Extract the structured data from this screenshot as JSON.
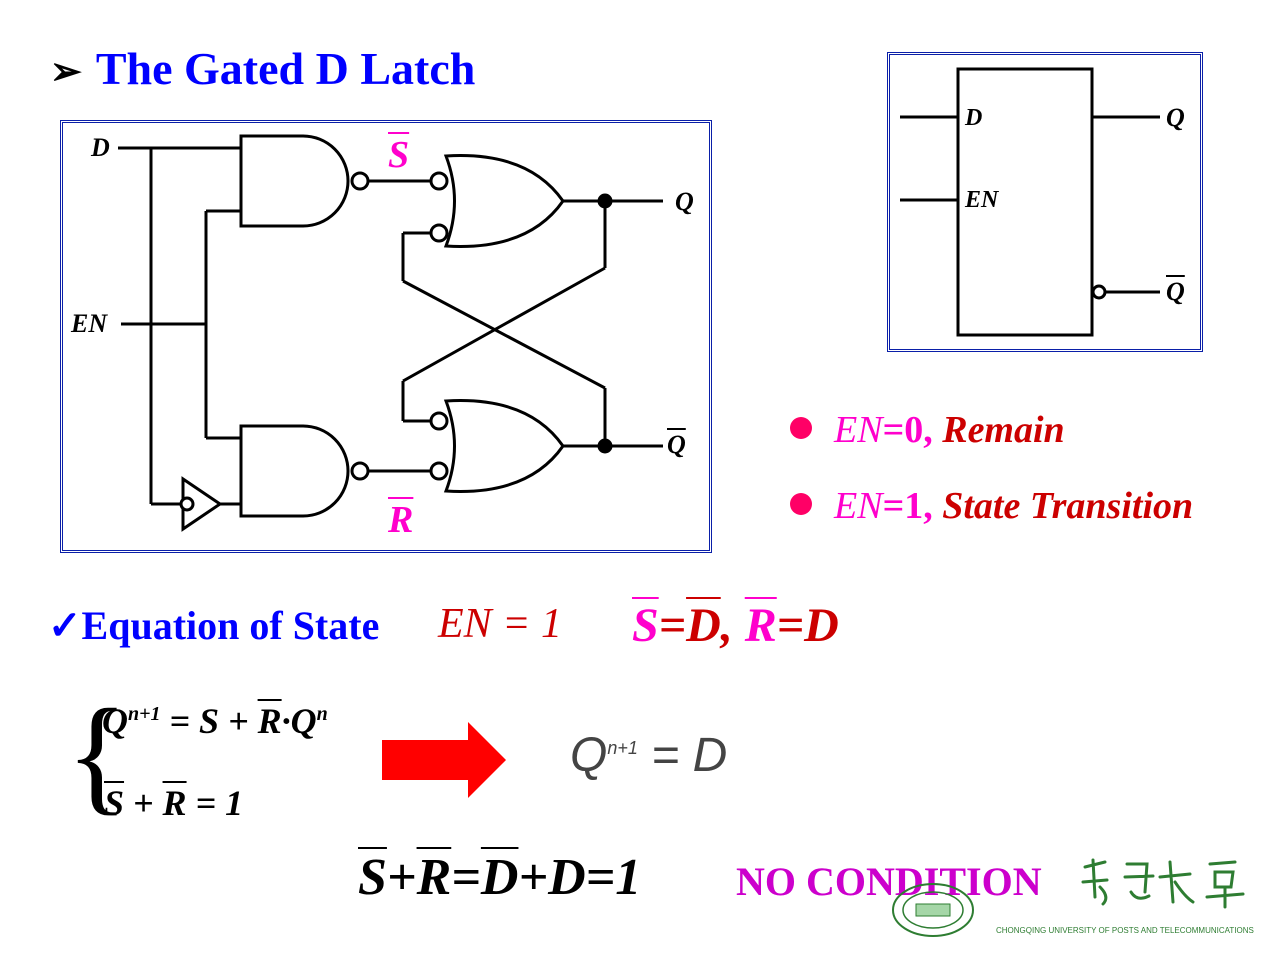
{
  "title": "The Gated D Latch",
  "title_bullet": "➢",
  "circuit": {
    "input_d": "D",
    "input_en": "EN",
    "output_q": "Q",
    "output_qbar": "Q",
    "s_bar": "S",
    "r_bar": "R"
  },
  "symbol_box": {
    "pin_d": "D",
    "pin_en": "EN",
    "out_q": "Q",
    "out_qbar": "Q"
  },
  "bullets": [
    {
      "var": "EN",
      "value": "=0,",
      "text": "Remain"
    },
    {
      "var": "EN",
      "value": "=1,",
      "text": "State Transition"
    }
  ],
  "equation_heading": {
    "check": "✓",
    "label": "Equation of State",
    "condition": "EN = 1",
    "s_bar": "S",
    "eq1": "=",
    "d_bar": "D",
    "comma": ",",
    "r_bar": "R",
    "eq2": "=D"
  },
  "system": {
    "line1_lhs": "Q",
    "line1_sup": "n+1",
    "line1_rhs_a": " = S + ",
    "line1_rbar": "R",
    "line1_rhs_b": "·Q",
    "line1_sup2": "n",
    "line2_sbar": "S",
    "line2_plus": " + ",
    "line2_rbar": "R",
    "line2_rhs": " = 1"
  },
  "result": {
    "lhs": "Q",
    "sup": "n+1",
    "rhs": " = D"
  },
  "bottom": {
    "s": "S",
    "plus1": "+",
    "r": "R",
    "eq": "=",
    "d1": "D",
    "plus2": "+",
    "d2": "D",
    "one": "=1",
    "note": "NO CONDITION"
  },
  "logo": {
    "caption": "CHONGQING UNIVERSITY OF POSTS AND TELECOMMUNICATIONS"
  },
  "colors": {
    "title": "#0000ff",
    "accent_magenta": "#ff00cc",
    "accent_red": "#cc0000",
    "bullet_dot": "#ff0066",
    "arrow": "#ff0000",
    "frame": "#0a1fa8"
  }
}
